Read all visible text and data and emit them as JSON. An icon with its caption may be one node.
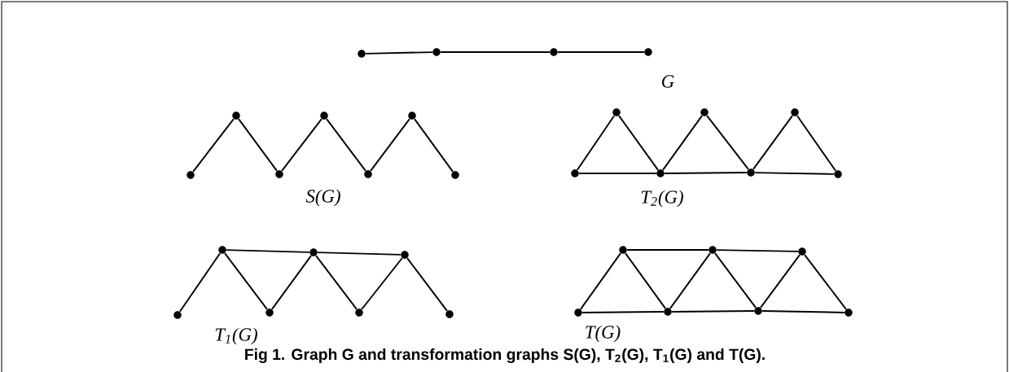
{
  "diagram": {
    "caption": "Fig 1. Graph G and transformation graphs S(G), T$_{2}$(G), T$_{1}$(G) and T(G).",
    "nodes": [
      {
        "text": [],
        "shape": "circle"
      },
      {
        "text": [],
        "shape": "circle"
      },
      {
        "text": [],
        "shape": "circle"
      },
      {
        "text": [],
        "shape": "circle"
      },
      {
        "text": [],
        "shape": "circle"
      },
      {
        "text": [],
        "shape": "circle"
      },
      {
        "text": [],
        "shape": "circle"
      },
      {
        "text": [],
        "shape": "circle"
      },
      {
        "text": [],
        "shape": "circle"
      },
      {
        "text": [],
        "shape": "circle"
      },
      {
        "text": [],
        "shape": "circle"
      },
      {
        "text": [],
        "shape": "circle"
      },
      {
        "text": [],
        "shape": "circle"
      },
      {
        "text": [],
        "shape": "circle"
      },
      {
        "text": [],
        "shape": "circle"
      },
      {
        "text": [],
        "shape": "circle"
      },
      {
        "text": [],
        "shape": "circle"
      },
      {
        "text": [],
        "shape": "circle"
      },
      {
        "text": [],
        "shape": "circle"
      },
      {
        "text": [],
        "shape": "circle"
      },
      {
        "text": [],
        "shape": "circle"
      },
      {
        "text": [],
        "shape": "circle"
      },
      {
        "text": [],
        "shape": "circle"
      },
      {
        "text": [],
        "shape": "circle"
      },
      {
        "text": [],
        "shape": "circle"
      },
      {
        "text": [],
        "shape": "circle"
      },
      {
        "text": [],
        "shape": "circle"
      },
      {
        "text": [],
        "shape": "circle"
      },
      {
        "text": [],
        "shape": "circle"
      },
      {
        "text": [],
        "shape": "circle"
      },
      {
        "text": [],
        "shape": "circle"
      },
      {
        "text": [],
        "shape": "circle"
      }
    ],
    "edges": [
      {
        "from": 0,
        "to": 1,
        "arrow": "none"
      },
      {
        "from": 1,
        "to": 2,
        "arrow": "none"
      },
      {
        "from": 2,
        "to": 3,
        "arrow": "none"
      },
      {
        "from": 4,
        "to": 5,
        "arrow": "none"
      },
      {
        "from": 5,
        "to": 6,
        "arrow": "none"
      },
      {
        "from": 6,
        "to": 7,
        "arrow": "none"
      },
      {
        "from": 7,
        "to": 8,
        "arrow": "none"
      },
      {
        "from": 8,
        "to": 9,
        "arrow": "none"
      },
      {
        "from": 9,
        "to": 10,
        "arrow": "none"
      },
      {
        "from": 11,
        "to": 12,
        "arrow": "none"
      },
      {
        "from": 12,
        "to": 13,
        "arrow": "none"
      },
      {
        "from": 13,
        "to": 14,
        "arrow": "none"
      },
      {
        "from": 14,
        "to": 15,
        "arrow": "none"
      },
      {
        "from": 15,
        "to": 16,
        "arrow": "none"
      },
      {
        "from": 16,
        "to": 17,
        "arrow": "none"
      },
      {
        "from": 11,
        "to": 13,
        "arrow": "none"
      },
      {
        "from": 13,
        "to": 15,
        "arrow": "none"
      },
      {
        "from": 15,
        "to": 17,
        "arrow": "none"
      },
      {
        "from": 18,
        "to": 19,
        "arrow": "none"
      },
      {
        "from": 19,
        "to": 20,
        "arrow": "none"
      },
      {
        "from": 20,
        "to": 21,
        "arrow": "none"
      },
      {
        "from": 21,
        "to": 22,
        "arrow": "none"
      },
      {
        "from": 22,
        "to": 23,
        "arrow": "none"
      },
      {
        "from": 23,
        "to": 24,
        "arrow": "none"
      },
      {
        "from": 19,
        "to": 21,
        "arrow": "none"
      },
      {
        "from": 21,
        "to": 23,
        "arrow": "none"
      },
      {
        "from": 25,
        "to": 26,
        "arrow": "none"
      },
      {
        "from": 26,
        "to": 27,
        "arrow": "none"
      },
      {
        "from": 27,
        "to": 28,
        "arrow": "none"
      },
      {
        "from": 28,
        "to": 29,
        "arrow": "none"
      },
      {
        "from": 29,
        "to": 30,
        "arrow": "none"
      },
      {
        "from": 30,
        "to": 31,
        "arrow": "none"
      },
      {
        "from": 26,
        "to": 28,
        "arrow": "none"
      },
      {
        "from": 28,
        "to": 30,
        "arrow": "none"
      },
      {
        "from": 25,
        "to": 27,
        "arrow": "none"
      },
      {
        "from": 27,
        "to": 29,
        "arrow": "none"
      },
      {
        "from": 29,
        "to": 31,
        "arrow": "none"
      }
    ],
    "labels": [
      "G",
      "S(G)",
      "T$_{2}$(G)",
      "T$_{1}$(G)",
      "T(G)"
    ]
  }
}
